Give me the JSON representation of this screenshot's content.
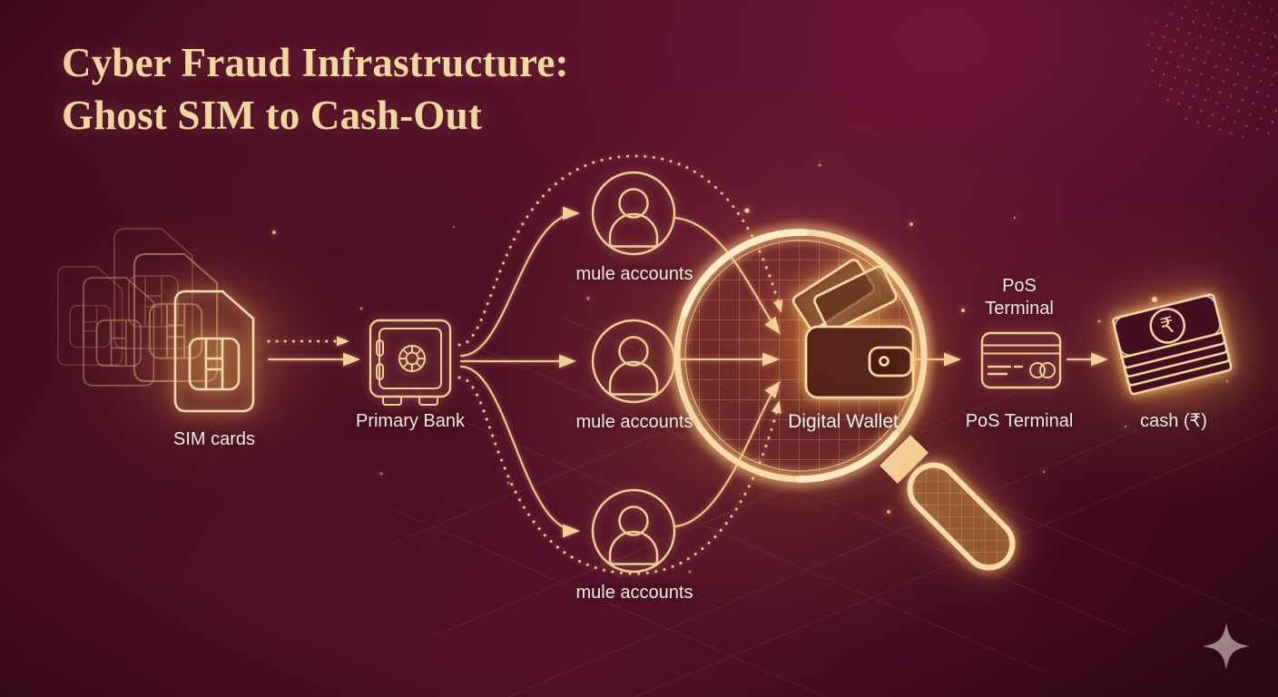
{
  "title": {
    "line1": "Cyber Fraud Infrastructure:",
    "line2": "Ghost SIM to Cash-Out"
  },
  "flow": {
    "sim": {
      "label": "SIM cards",
      "icon": "sim-card-icon"
    },
    "bank": {
      "label": "Primary Bank",
      "icon": "safe-icon"
    },
    "mules": [
      {
        "label": "mule accounts",
        "icon": "user-icon"
      },
      {
        "label": "mule accounts",
        "icon": "user-icon"
      },
      {
        "label": "mule accounts",
        "icon": "user-icon"
      }
    ],
    "wallet": {
      "label": "Digital Wallet",
      "icon": "wallet-icon",
      "highlight_icon": "magnifier-icon"
    },
    "pos": {
      "label_above": "PoS Terminal",
      "label_below": "PoS Terminal",
      "icon": "pos-terminal-icon"
    },
    "cash": {
      "label": "cash (₹)",
      "currency_symbol": "₹",
      "icon": "banknotes-icon"
    }
  },
  "brand": {
    "icon": "four-point-star-icon"
  },
  "colors": {
    "background_maroon": "#4d0f24",
    "crimson_glow": "#711539",
    "gold_line": "#edc793",
    "gold_bright": "#f6d9a8",
    "title_text": "#f2d7a3",
    "label_text": "#f4ebe0",
    "sparkle_logo": "#bb9da0"
  }
}
